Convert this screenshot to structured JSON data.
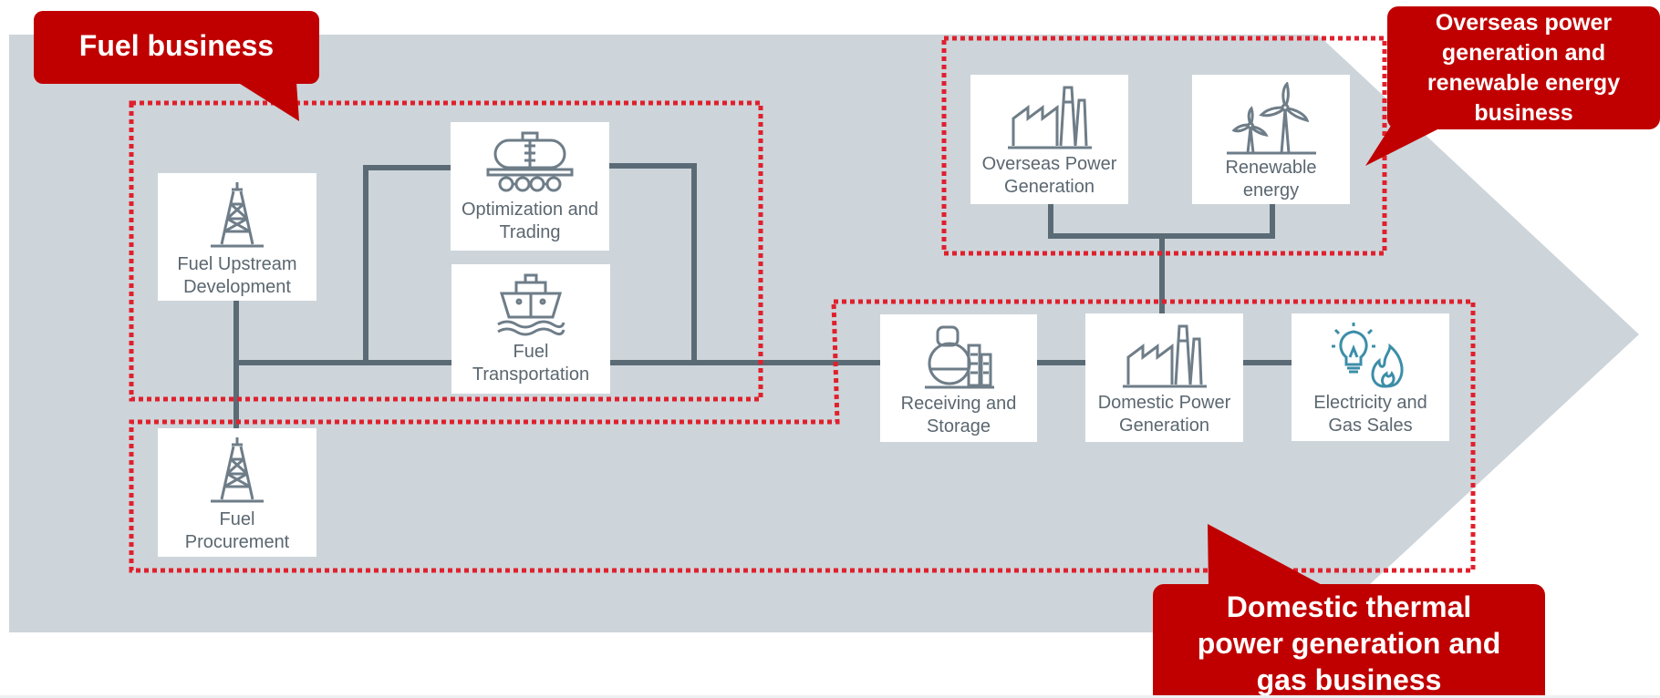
{
  "callouts": {
    "fuel": "Fuel business",
    "overseas": [
      "Overseas power",
      "generation and",
      "renewable energy",
      "business"
    ],
    "domestic": [
      "Domestic thermal",
      "power generation and",
      "gas business"
    ]
  },
  "nodes": {
    "upstream": [
      "Fuel Upstream",
      "Development"
    ],
    "procurement": [
      "Fuel",
      "Procurement"
    ],
    "trading": [
      "Optimization and",
      "Trading"
    ],
    "transport": [
      "Fuel",
      "Transportation"
    ],
    "storage": [
      "Receiving and",
      "Storage"
    ],
    "domestic_power": [
      "Domestic Power",
      "Generation"
    ],
    "sales": [
      "Electricity and",
      "Gas Sales"
    ],
    "overseas_power": [
      "Overseas Power",
      "Generation"
    ],
    "renewable": [
      "Renewable",
      "energy"
    ]
  },
  "icons": {
    "upstream": "oil-derrick-icon",
    "procurement": "oil-derrick-icon",
    "trading": "tank-car-icon",
    "transport": "ship-icon",
    "storage": "storage-tank-icon",
    "domestic_power": "factory-icon",
    "sales": "lightbulb-flame-icon",
    "overseas_power": "factory-icon",
    "renewable": "wind-turbine-icon"
  },
  "colors": {
    "background_arrow": "#cdd5da",
    "connector": "#5b6b76",
    "icon_stroke": "#6e7d88",
    "sales_icon_stroke": "#3c8ea8",
    "callout_fill": "#c00000",
    "dotted_border": "#e0202c",
    "node_text": "#5b6770"
  }
}
